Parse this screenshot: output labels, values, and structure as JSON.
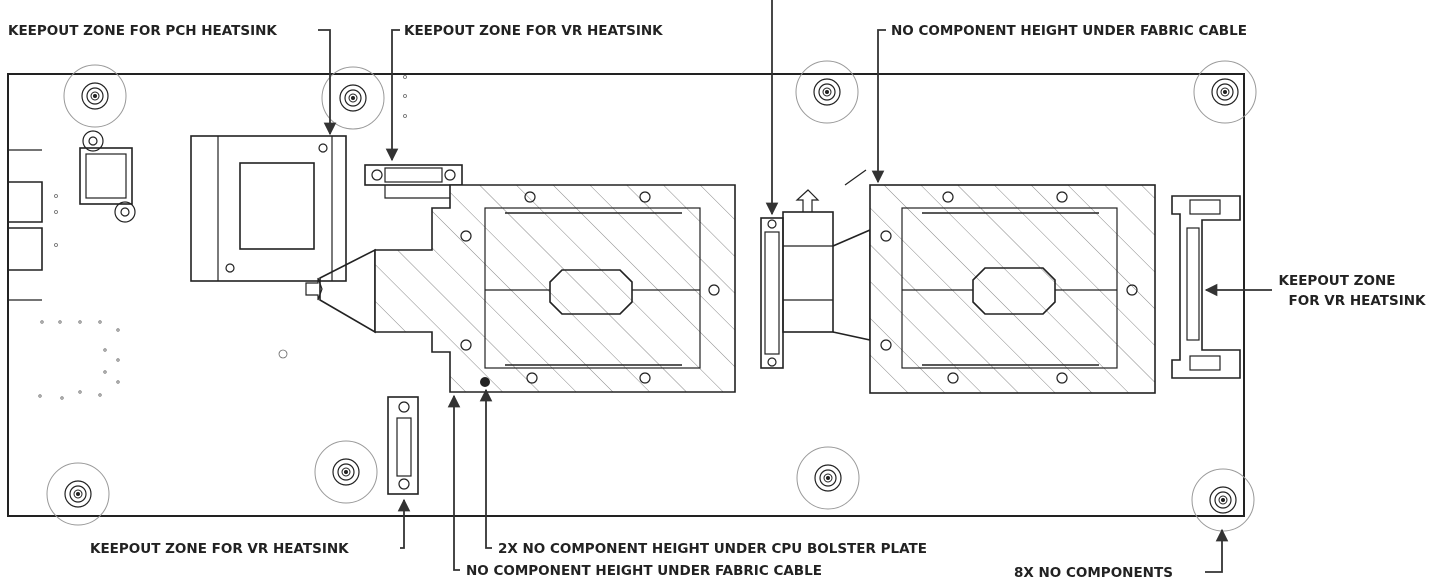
{
  "labels": {
    "pch_heatsink_zone": "KEEPOUT ZONE FOR PCH HEATSINK",
    "vr_heatsink_zone_top": "KEEPOUT ZONE FOR VR HEATSINK",
    "fabric_cable_top": "NO COMPONENT HEIGHT UNDER FABRIC CABLE",
    "vr_heatsink_zone_right_line1": "KEEPOUT ZONE",
    "vr_heatsink_zone_right_line2": "FOR VR HEATSINK",
    "vr_heatsink_zone_bottom": "KEEPOUT ZONE FOR VR HEATSINK",
    "cpu_bolster_plate": "2X NO COMPONENT HEIGHT UNDER CPU BOLSTER PLATE",
    "fabric_cable_bottom": "NO COMPONENT HEIGHT UNDER FABRIC CABLE",
    "no_components": "8X NO COMPONENTS"
  }
}
